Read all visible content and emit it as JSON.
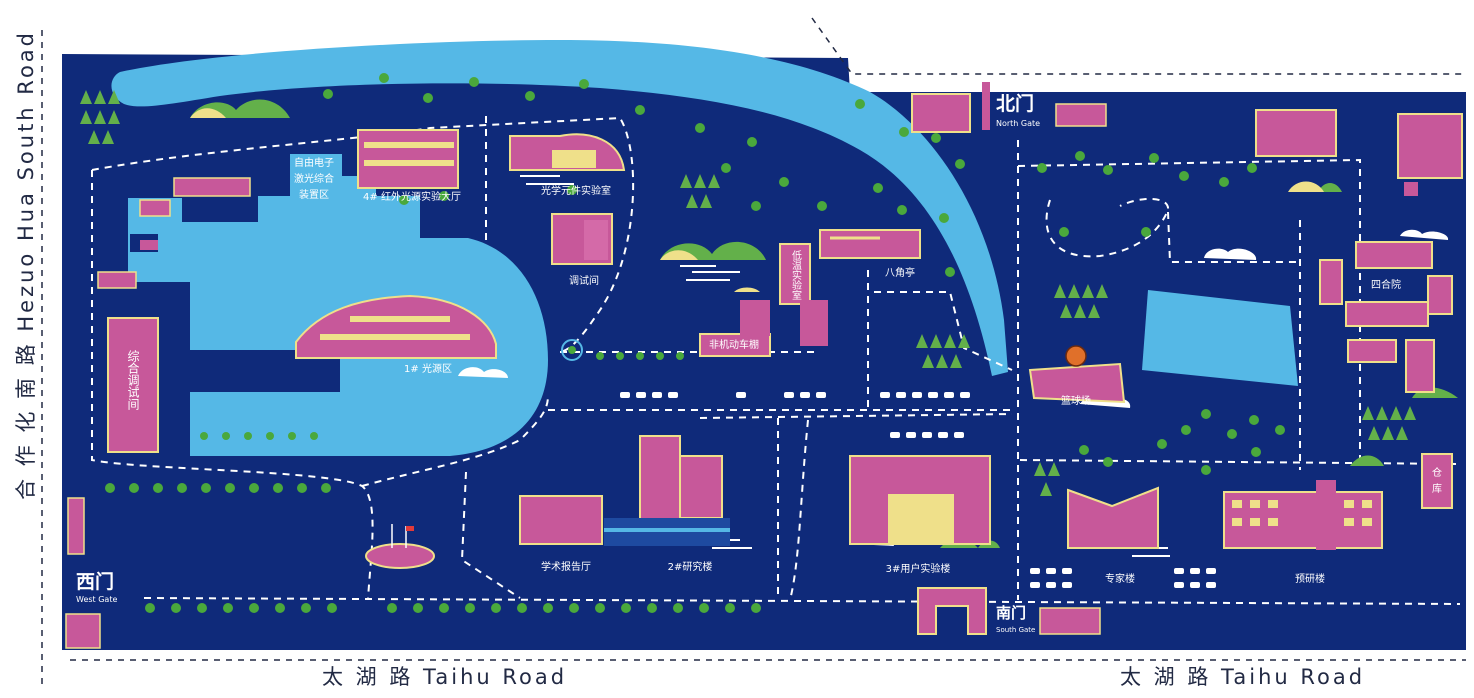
{
  "roads": {
    "west": "合 作 化 南 路  Hezuo Hua South Road",
    "south_left": "太 湖 路  Taihu Road",
    "south_right": "太 湖 路  Taihu Road"
  },
  "gates": {
    "north": {
      "cn": "北门",
      "en": "North Gate"
    },
    "west": {
      "cn": "西门",
      "en": "West Gate"
    },
    "south": {
      "cn": "南门",
      "en": "South Gate"
    }
  },
  "buildings": {
    "laser_assembly": [
      "自由电子",
      "激光综合",
      "装置区"
    ],
    "infrared_hall": "4# 红外光源实验大厅",
    "optics_lab": "光学元件实验室",
    "debug_room": "调试间",
    "light_source": "1# 光源区",
    "comprehensive_debug": "综合调试间",
    "non_motor_shed": "非机动车棚",
    "octagon_pavilion": "八角亭",
    "cryo_lab": "低温实验室",
    "basketball_court": "篮球场",
    "courtyard": "四合院",
    "lecture_hall": "学术报告厅",
    "research_building_2": "2#研究楼",
    "user_lab_3": "3#用户实验楼",
    "expert_building": "专家楼",
    "preresearch_building": "预研楼",
    "warehouse": [
      "仓",
      "库"
    ]
  },
  "colors": {
    "ground": "#0f2a7a",
    "water": "#55b8e6",
    "building": "#c7589a",
    "building_accent": "#efe08a",
    "tree": "#4aa83c",
    "hill": "#63b04a",
    "path": "#ffffff"
  }
}
